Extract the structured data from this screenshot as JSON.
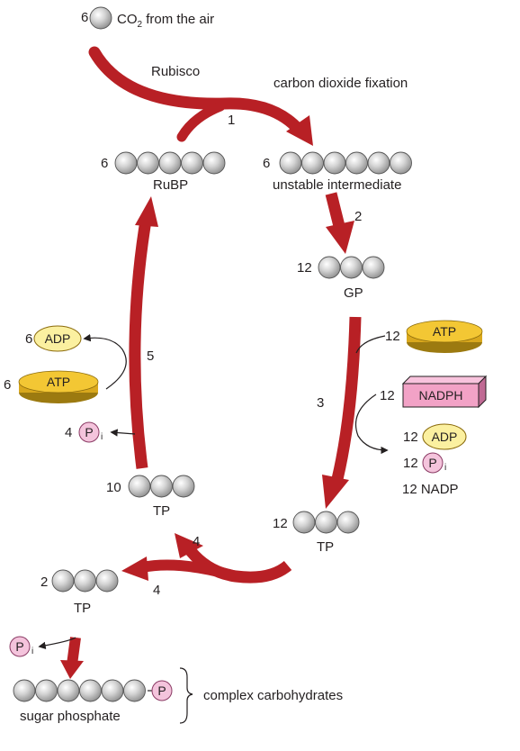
{
  "co2": {
    "count": "6",
    "label": "CO",
    "sub": "2",
    "suffix": " from the air"
  },
  "enzyme": "Rubisco",
  "fixation_label": "carbon dioxide fixation",
  "steps": {
    "s1": "1",
    "s2": "2",
    "s3": "3",
    "s4a": "4",
    "s4b": "4",
    "s5": "5"
  },
  "rubp": {
    "count": "6",
    "label": "RuBP"
  },
  "intermediate": {
    "count": "6",
    "label": "unstable intermediate"
  },
  "gp": {
    "count": "12",
    "label": "GP"
  },
  "tp_main": {
    "count": "12",
    "label": "TP"
  },
  "tp_regen": {
    "count": "10",
    "label": "TP"
  },
  "tp_out": {
    "count": "2",
    "label": "TP"
  },
  "step3_inputs": {
    "atp": {
      "count": "12",
      "label": "ATP"
    },
    "nadph": {
      "count": "12",
      "label": "NADPH"
    },
    "adp": {
      "count": "12",
      "label": "ADP"
    },
    "pi": {
      "count": "12",
      "label": "P",
      "sub": "i"
    },
    "nadp": "12 NADP"
  },
  "step5_inputs": {
    "adp": {
      "count": "6",
      "label": "ADP"
    },
    "atp": {
      "count": "6",
      "label": "ATP"
    },
    "pi": {
      "count": "4",
      "label": "P",
      "sub": "i"
    }
  },
  "out_pi": {
    "label": "P",
    "sub": "i"
  },
  "sugar_phosphate": {
    "label": "sugar phosphate",
    "p": "P"
  },
  "complex_carbs": "complex carbohydrates",
  "colors": {
    "arrow": "#b82025",
    "atp": "#f3c734",
    "adp": "#fbf0a0",
    "nadph": "#f2a2c6",
    "pi": "#f4c4dc",
    "carbon": "#c8c8c8"
  }
}
